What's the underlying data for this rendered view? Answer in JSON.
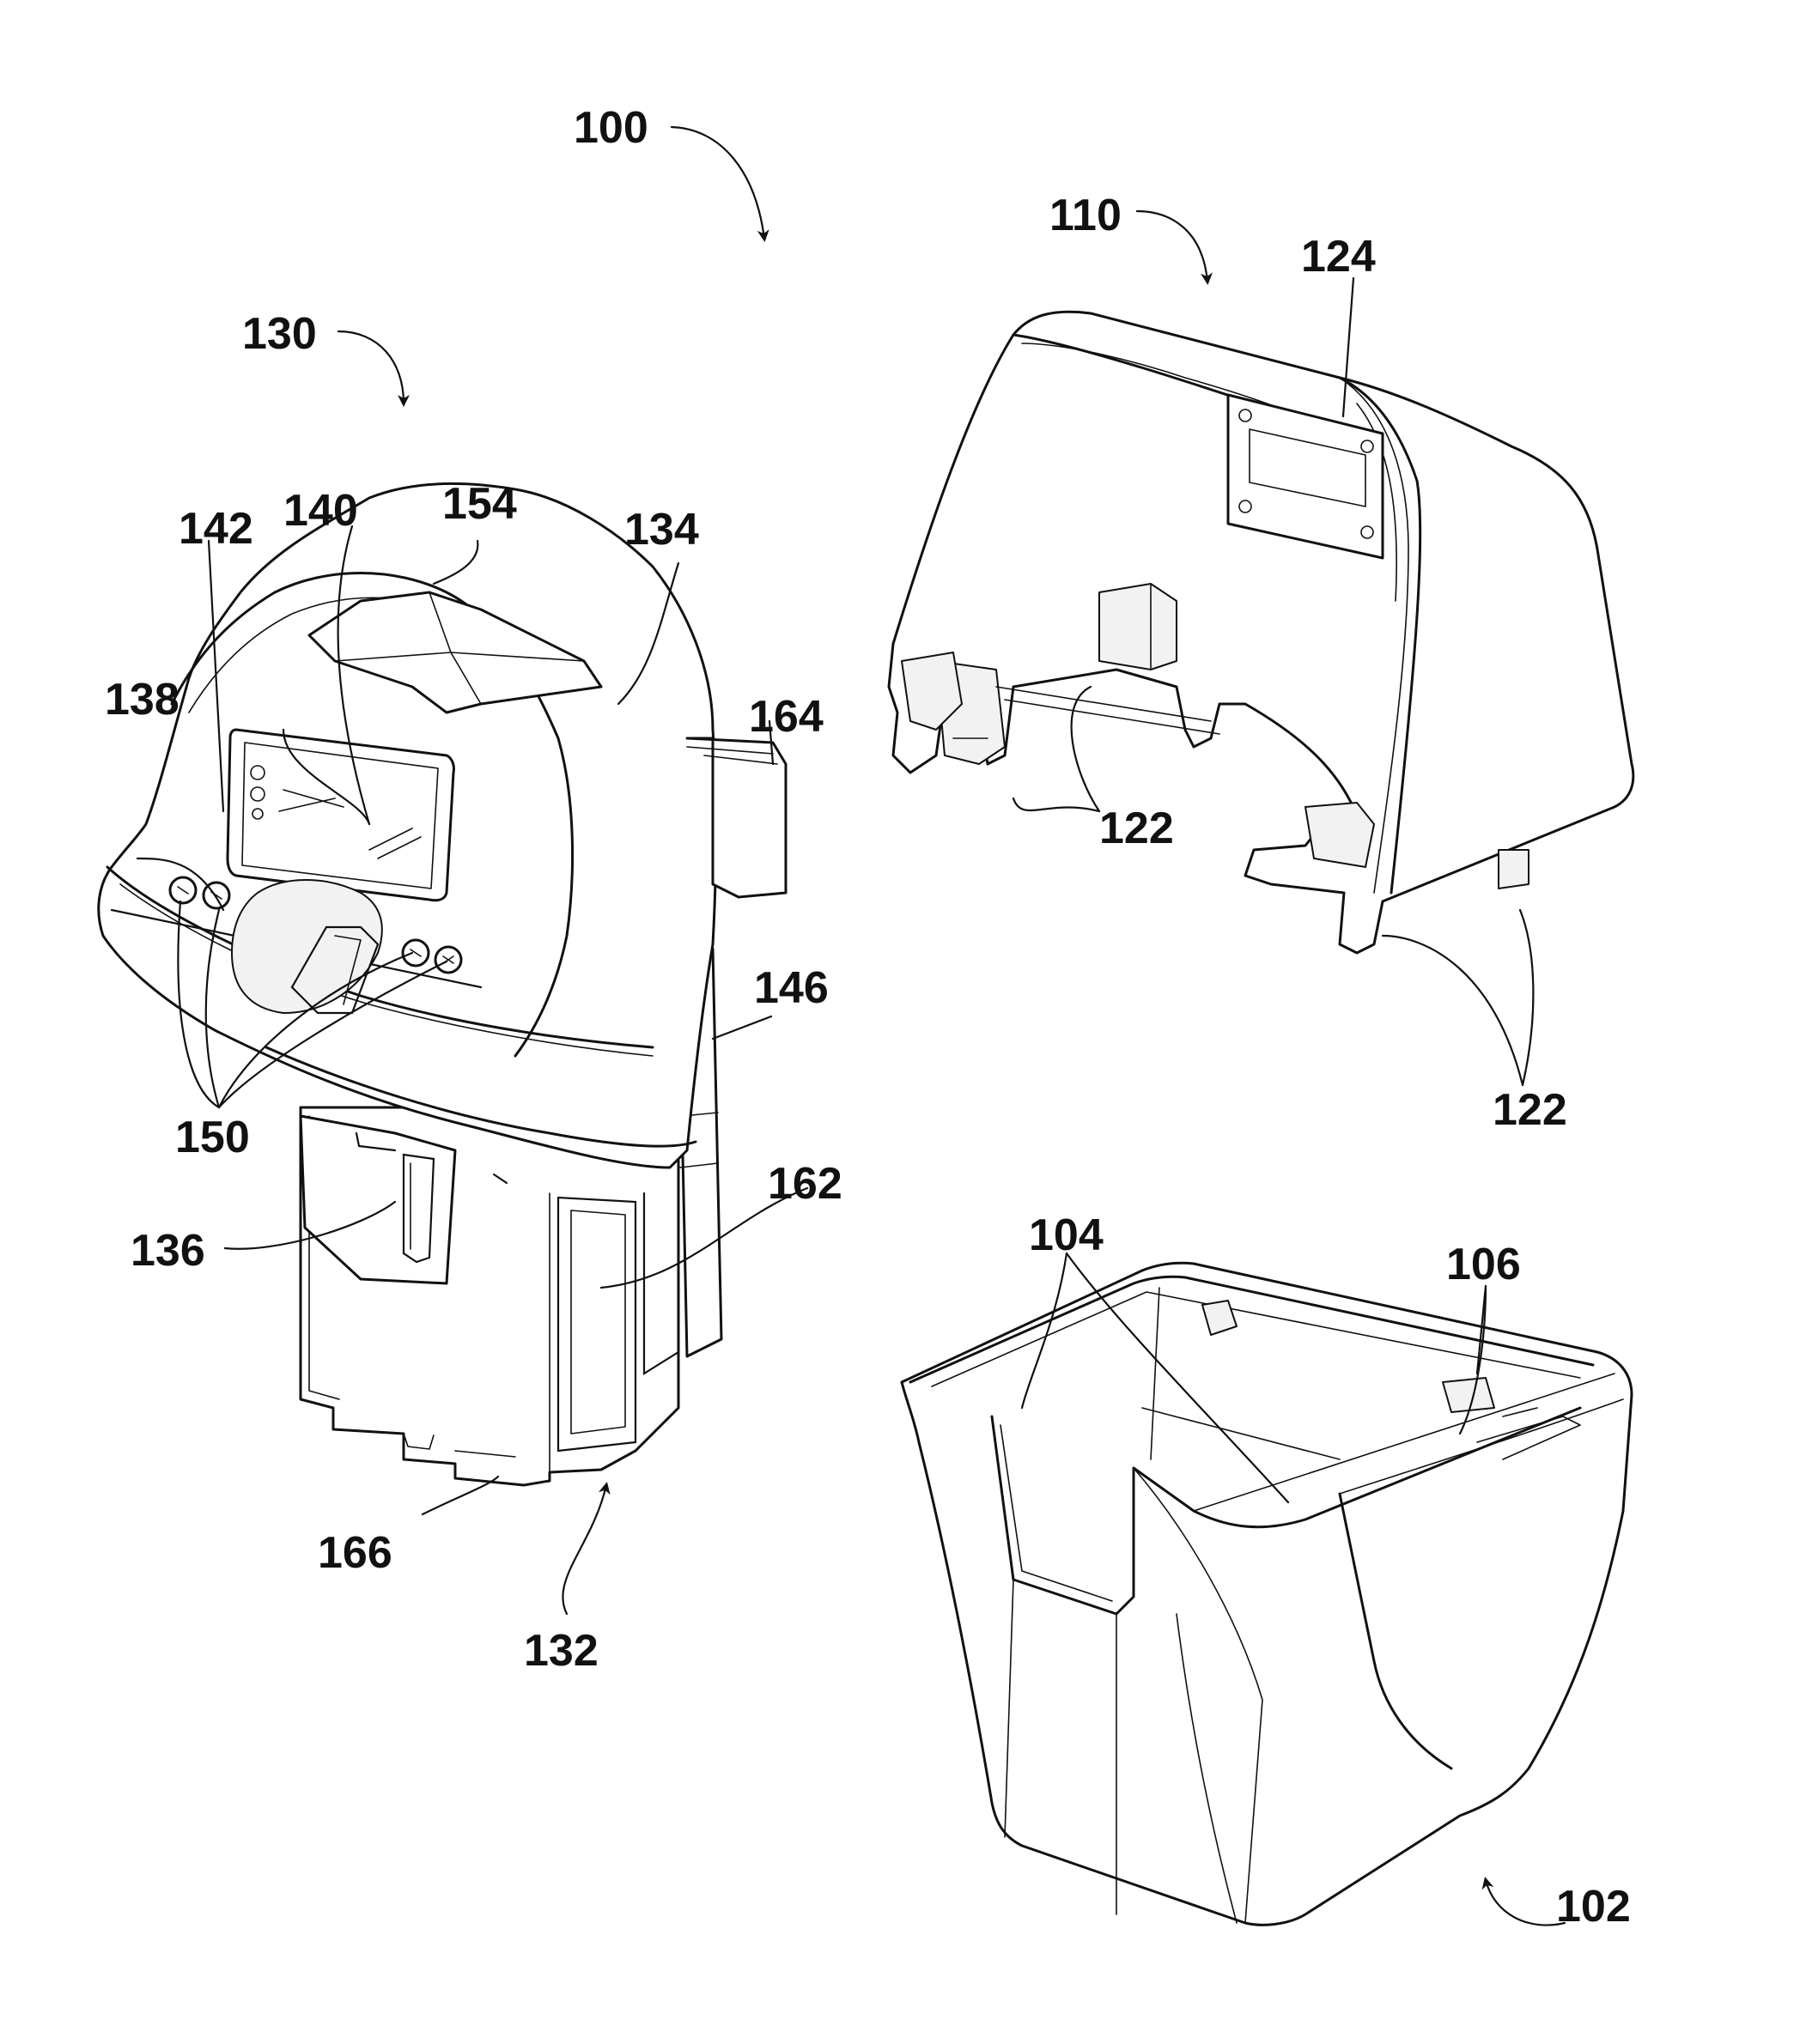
{
  "figure": {
    "labels": {
      "l100": "100",
      "l110": "110",
      "l124": "124",
      "l130": "130",
      "l154": "154",
      "l134": "134",
      "l142": "142",
      "l140": "140",
      "l138": "138",
      "l164": "164",
      "l122a": "122",
      "l146": "146",
      "l122b": "122",
      "l150": "150",
      "l162": "162",
      "l136": "136",
      "l104": "104",
      "l106": "106",
      "l166": "166",
      "l132": "132",
      "l102": "102"
    }
  }
}
